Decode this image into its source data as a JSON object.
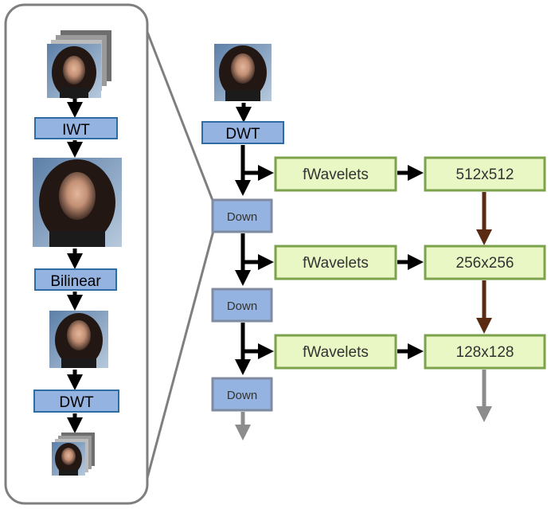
{
  "inset": {
    "steps": [
      {
        "label": "IWT"
      },
      {
        "label": "Bilinear"
      },
      {
        "label": "DWT"
      }
    ]
  },
  "main": {
    "top_block": {
      "label": "DWT"
    },
    "down_blocks": [
      {
        "label": "Down"
      },
      {
        "label": "Down"
      },
      {
        "label": "Down"
      }
    ],
    "fwavelets_blocks": [
      {
        "label": "fWavelets"
      },
      {
        "label": "fWavelets"
      },
      {
        "label": "fWavelets"
      }
    ],
    "resolution_blocks": [
      {
        "label": "512x512"
      },
      {
        "label": "256x256"
      },
      {
        "label": "128x128"
      }
    ]
  },
  "colors": {
    "blue_fill": "#95b3e0",
    "blue_stroke": "#2e6da4",
    "green_fill": "#e8f7c4",
    "green_stroke": "#7ca24b",
    "arrow_black": "#000000",
    "arrow_brown": "#5a2a12",
    "arrow_gray": "#8c8c8c",
    "inset_border": "#7f7f7f"
  }
}
